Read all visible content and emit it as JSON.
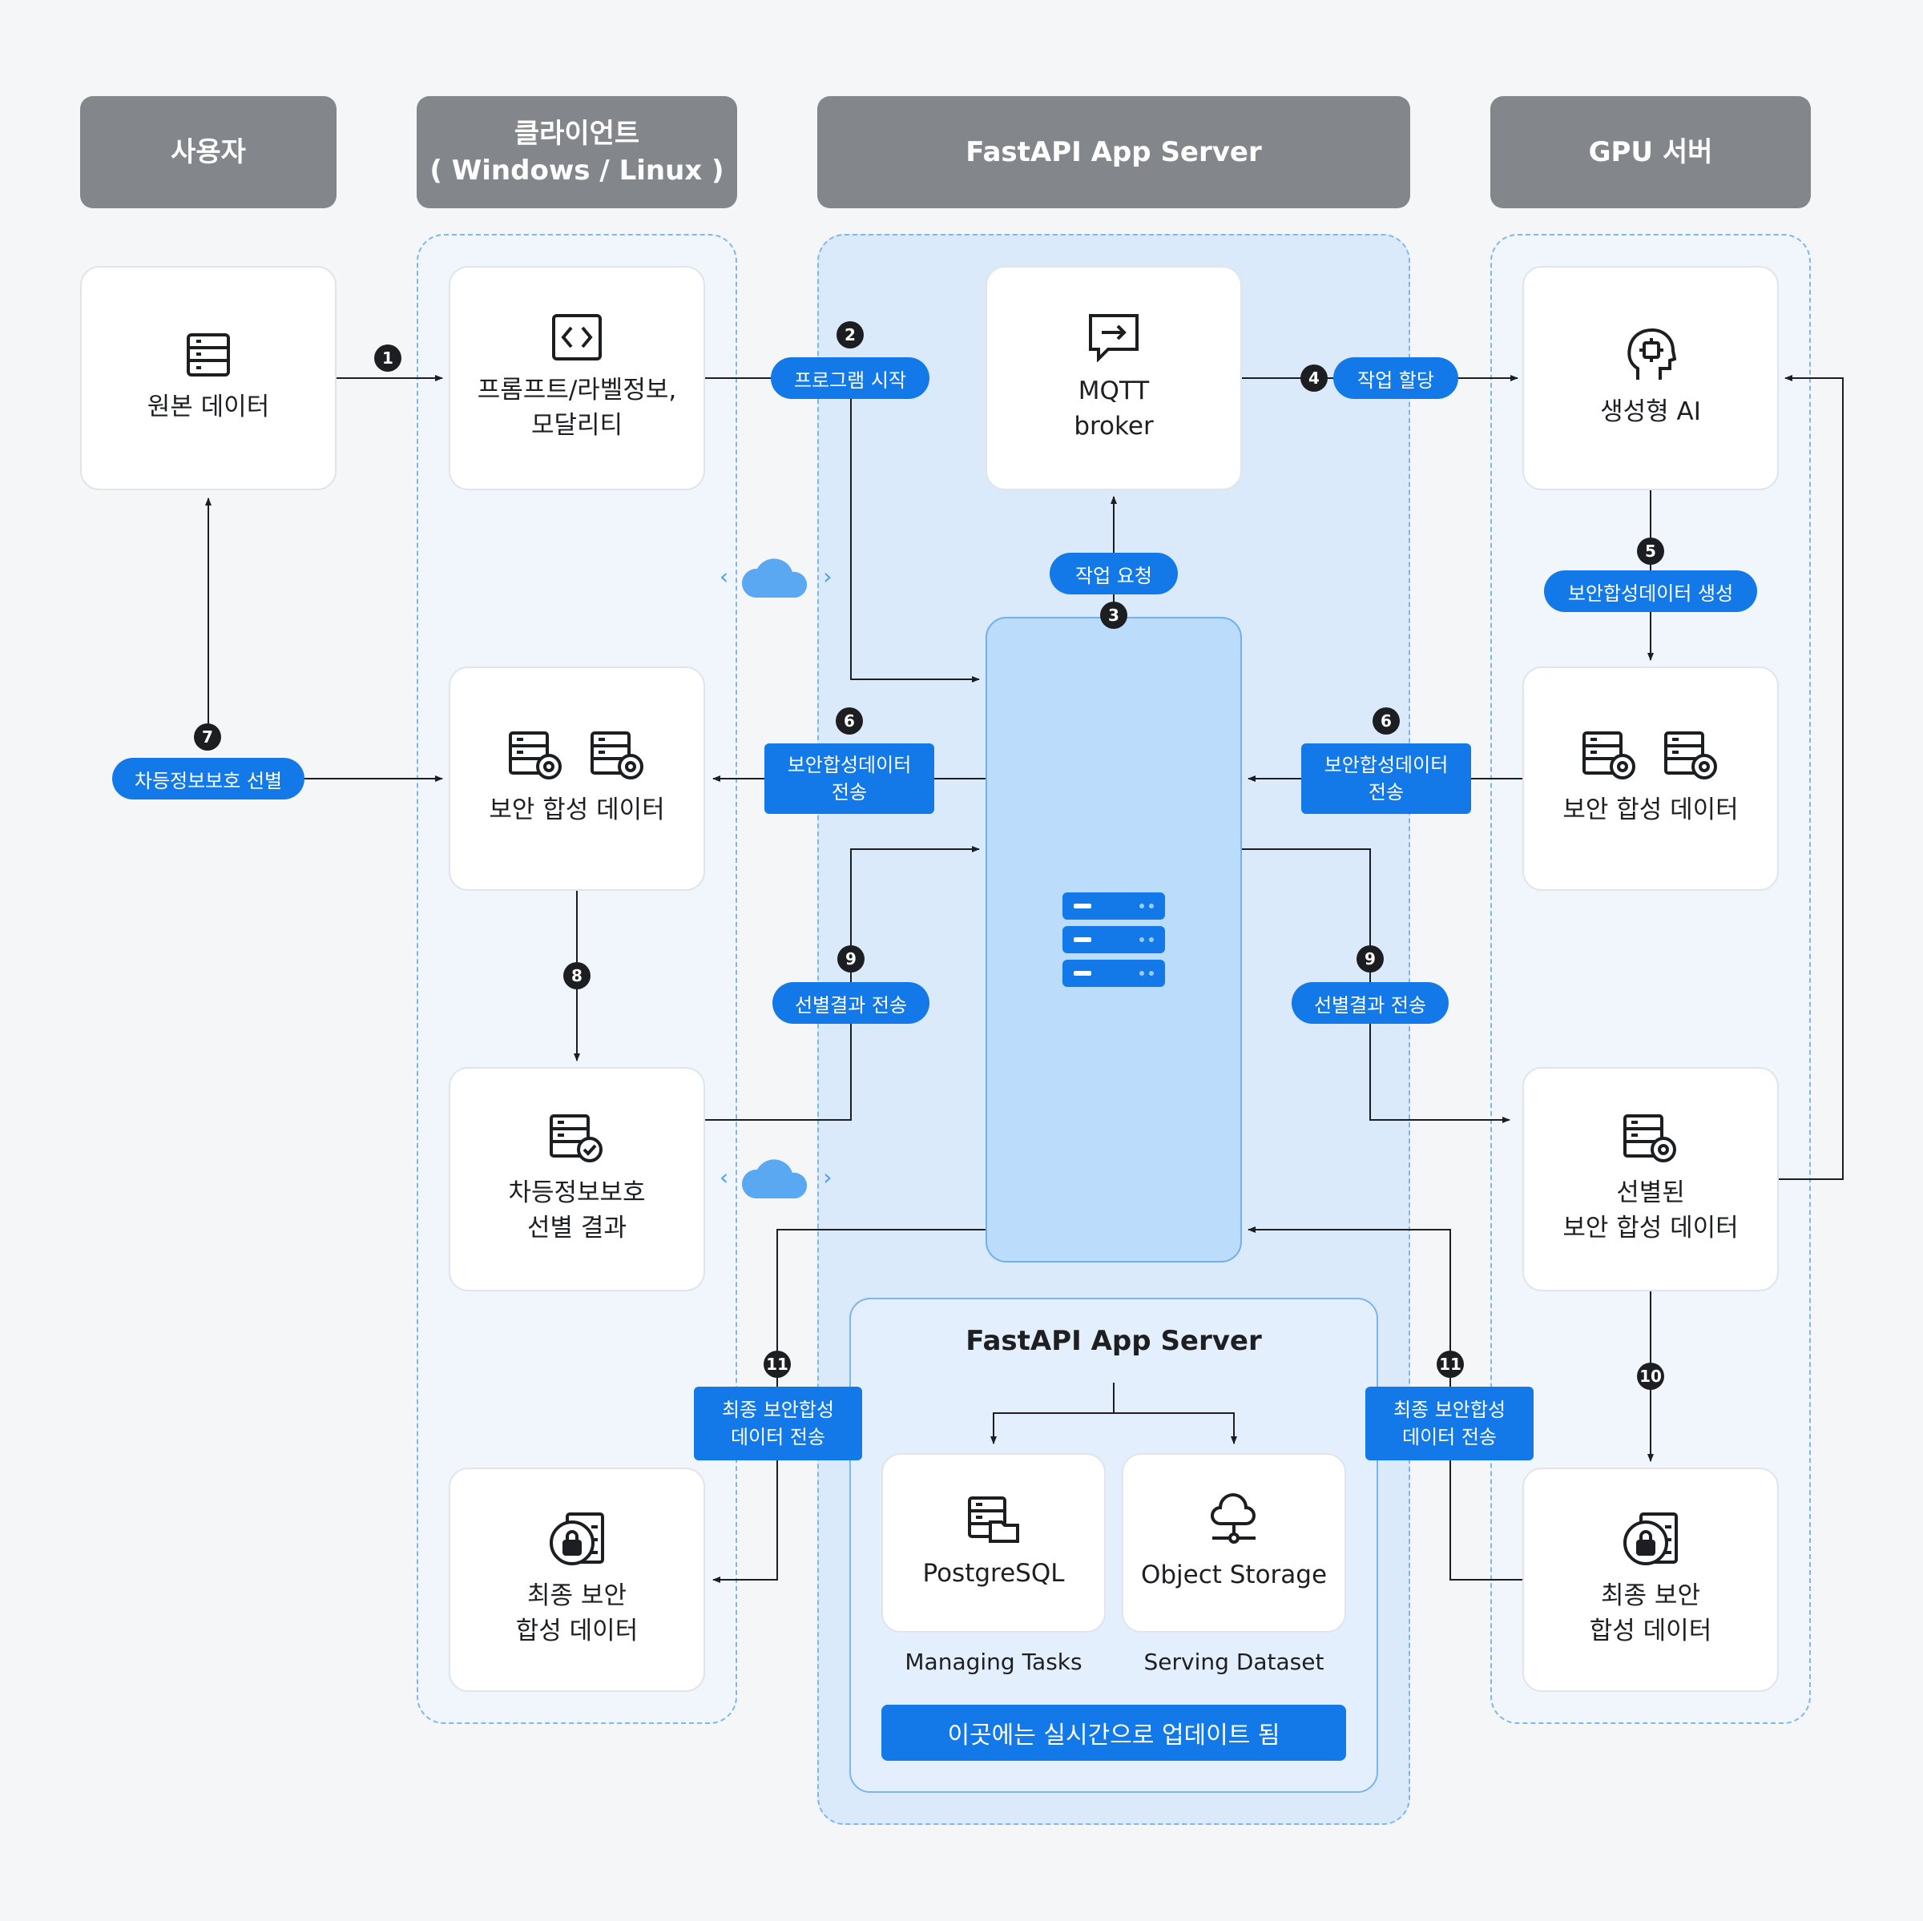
{
  "headers": {
    "user": "사용자",
    "client_line1": "클라이언트",
    "client_line2": "( Windows / Linux )",
    "server": "FastAPI App Server",
    "gpu": "GPU 서버"
  },
  "cards": {
    "source_data": "원본 데이터",
    "prompt_line1": "프롬프트/라벨정보,",
    "prompt_line2": "모달리티",
    "mqtt_line1": "MQTT",
    "mqtt_line2": "broker",
    "gen_ai": "생성형 AI",
    "client_synth": "보안 합성 데이터",
    "gpu_synth": "보안 합성 데이터",
    "selection_line1": "차등정보보호",
    "selection_line2": "선별 결과",
    "selected_line1": "선별된",
    "selected_line2": "보안 합성 데이터",
    "final_client_line1": "최종 보안",
    "final_client_line2": "합성 데이터",
    "final_gpu_line1": "최종 보안",
    "final_gpu_line2": "합성 데이터"
  },
  "steps": {
    "s1": "1",
    "s2": "2",
    "s2_label": "프로그램 시작",
    "s3": "3",
    "s3_label": "작업 요청",
    "s4": "4",
    "s4_label": "작업 할당",
    "s5": "5",
    "s5_label": "보안합성데이터 생성",
    "s6": "6",
    "s6_label_line1": "보안합성데이터",
    "s6_label_line2": "전송",
    "s7": "7",
    "s7_label": "차등정보보호 선별",
    "s8": "8",
    "s9": "9",
    "s9_label": "선별결과 전송",
    "s10": "10",
    "s11": "11",
    "s11_label_line1": "최종 보안합성",
    "s11_label_line2": "데이터 전송"
  },
  "subserver": {
    "title": "FastAPI App Server",
    "db_name": "PostgreSQL",
    "db_caption": "Managing Tasks",
    "storage_name": "Object Storage",
    "storage_caption": "Serving Dataset",
    "banner": "이곳에는 실시간으로 업데이트 됨"
  },
  "colors": {
    "accent": "#1479e8",
    "header_gray": "#83878c",
    "badge": "#1d1e22",
    "core": "#bcdcfb"
  },
  "icons": {
    "source_data": "table-icon",
    "prompt": "code-icon",
    "mqtt": "message-arrow-icon",
    "gen_ai": "ai-head-icon",
    "synth": "database-gear-icon",
    "selection": "database-check-icon",
    "final": "lock-database-icon",
    "postgres": "database-folder-icon",
    "storage": "cloud-network-icon",
    "server": "server-rack-icon"
  }
}
